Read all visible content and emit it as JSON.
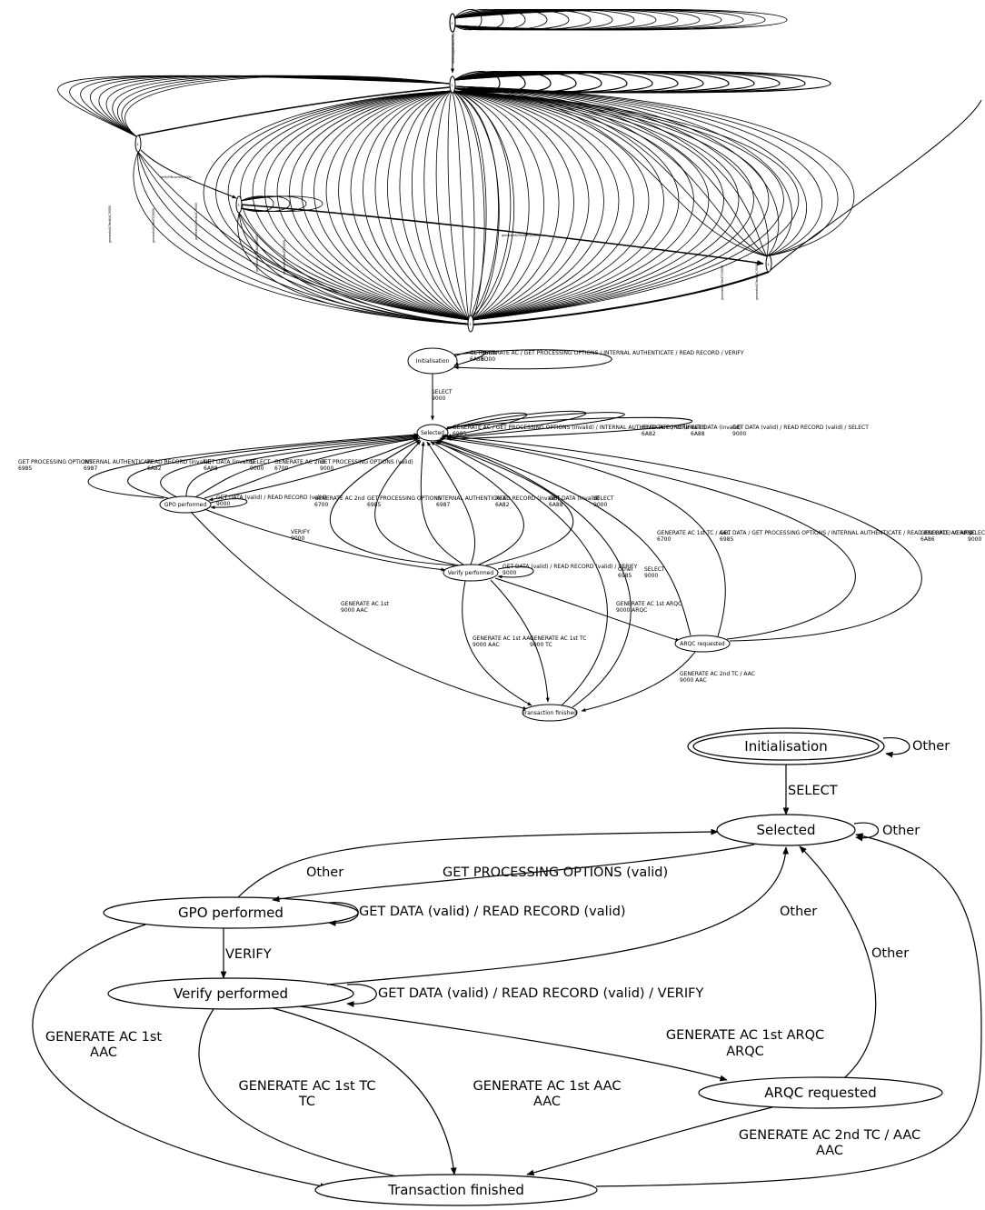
{
  "states": {
    "initialisation": "Initialisation",
    "selected": "Selected",
    "gpo_performed": "GPO performed",
    "verify_performed": "Verify performed",
    "arqc_requested": "ARQC requested",
    "transaction_finished": "Transaction finished"
  },
  "raw_machine": {
    "nodes": [
      "0",
      "1",
      "2",
      "3",
      "4",
      "5"
    ],
    "edge_label_a": "selectApplication/9000",
    "edge_label_b": "verifyPINcorrect/9000",
    "edge_label_c": "generateAC2nd/6985",
    "edge_label_d": "getProcessingOptions/6985",
    "edge_label_e": "readRecordInvalid/6A82",
    "edge_label_f": "generateACfirstAAC/9000",
    "edge_label_g": "generateACfirstTC/9000",
    "edge_label_h": "generateACfirstARQC/9000",
    "edge_label_i": "internalAuthenticate/6987",
    "edge_label_j": "getDataInvalid/6A88"
  },
  "mid_machine": {
    "init_self_a": "GET DATA\n6A88",
    "init_self_b": "GENERATE AC / GET PROCESSING OPTIONS / INTERNAL AUTHENTICATE / READ RECORD / VERIFY\n6D00",
    "select": "SELECT\n9000",
    "sel_self_a": "GENERATE AC / GET PROCESSING OPTIONS (invalid) / INTERNAL AUTHENTICATE / VERIFY\n6985",
    "sel_self_b": "READ RECORD (invalid)\n6A82",
    "sel_self_c": "GET DATA (invalid)\n6A88",
    "sel_self_d": "GET DATA (valid) / READ RECORD (valid) / SELECT\n9000",
    "gpo_gpo": "GET PROCESSING OPTIONS\n6985",
    "gpo_ia": "INTERNAL AUTHENTICATE\n6987",
    "gpo_rr": "READ RECORD (invalid)\n6A82",
    "gpo_gd": "GET DATA (invalid)\n6A88",
    "gpo_sel": "SELECT\n9000",
    "gpo_gen2": "GENERATE AC 2nd\n6700",
    "sel_gpo_valid": "GET PROCESSING OPTIONS (valid)\n9000",
    "gpo_self": "GET DATA (valid) / READ RECORD (valid)\n9000",
    "gpo_verify": "VERIFY\n9000",
    "gpo_gen1": "GENERATE AC 1st\n9000 AAC",
    "ver_gen2": "GENERATE AC 2nd\n6700",
    "ver_gpo": "GET PROCESSING OPTIONS\n6985",
    "ver_ia": "INTERNAL AUTHENTICATE\n6987",
    "ver_rr": "READ RECORD (invalid)\n6A82",
    "ver_gd": "GET DATA (invalid)\n6A88",
    "ver_sel": "SELECT\n9000",
    "ver_self": "GET DATA (valid) / READ RECORD (valid) / VERIFY\n9000",
    "ver_aac": "GENERATE AC 1st AAC\n9000 AAC",
    "ver_tc": "GENERATE AC 1st TC\n9000 TC",
    "ver_arqc": "GENERATE AC 1st ARQC\n9000 ARQC",
    "tf_other": "Other\n6985",
    "tf_sel": "SELECT\n9000",
    "arqc_gen": "GENERATE AC 1st TC / AAC\n6700",
    "arqc_other": "GET DATA / GET PROCESSING OPTIONS / INTERNAL AUTHENTICATE / READ RECORD / VERIFY\n6985",
    "arqc_gen_arqc": "GENERATE AC ARQC\n6A86",
    "arqc_sel": "SELECT\n9000",
    "arqc_gen2": "GENERATE AC 2nd TC / AAC\n9000 AAC"
  },
  "abstract_machine": {
    "init_other": "Other",
    "select": "SELECT",
    "sel_other": "Other",
    "gpo_other": "Other",
    "gpo_valid": "GET PROCESSING OPTIONS (valid)",
    "gpo_self": "GET DATA (valid) / READ RECORD (valid)",
    "verify": "VERIFY",
    "ver_other": "Other",
    "arqc_other": "Other",
    "ver_self": "GET DATA (valid) / READ RECORD (valid) / VERIFY",
    "gpo_gen1_l1": "GENERATE AC 1st",
    "gpo_gen1_l2": "AAC",
    "ver_arqc_l1": "GENERATE AC 1st ARQC",
    "ver_arqc_l2": "ARQC",
    "ver_tc_l1": "GENERATE AC 1st TC",
    "ver_tc_l2": "TC",
    "ver_aac_l1": "GENERATE AC 1st AAC",
    "ver_aac_l2": "AAC",
    "arqc_gen2_l1": "GENERATE AC 2nd TC / AAC",
    "arqc_gen2_l2": "AAC"
  }
}
